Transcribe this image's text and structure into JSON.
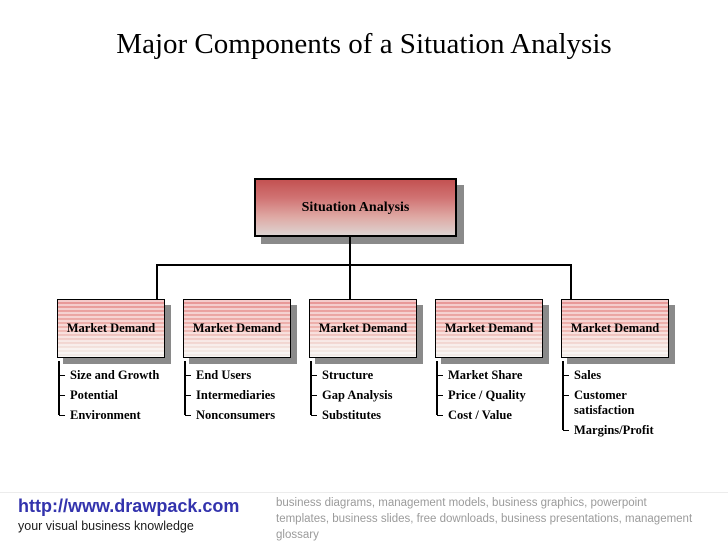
{
  "title": "Major Components of a Situation Analysis",
  "diagram": {
    "root": {
      "label": "Situation Analysis"
    },
    "columns": [
      {
        "box": "Market Demand",
        "items": [
          "Size and Growth",
          "Potential",
          "Environment"
        ]
      },
      {
        "box": "Market Demand",
        "items": [
          "End Users",
          "Intermediaries",
          "Nonconsumers"
        ]
      },
      {
        "box": "Market Demand",
        "items": [
          "Structure",
          "Gap Analysis",
          "Substitutes"
        ]
      },
      {
        "box": "Market Demand",
        "items": [
          "Market Share",
          "Price / Quality",
          "Cost / Value"
        ]
      },
      {
        "box": "Market Demand",
        "items": [
          "Sales",
          "Customer satisfaction",
          "Margins/Profit"
        ]
      }
    ]
  },
  "footer": {
    "url": "http://www.drawpack.com",
    "tagline": "your visual business knowledge",
    "keywords": "business diagrams, management models, business graphics, powerpoint templates, business slides, free downloads, business presentations, management glossary"
  },
  "colors": {
    "box_red_top": "#c35252",
    "stripe_pink": "#efb7b2",
    "shadow_gray": "#8a8a8a",
    "connector_black": "#000000",
    "link_blue": "#3333ad",
    "keywords_gray": "#9b9b9b"
  }
}
